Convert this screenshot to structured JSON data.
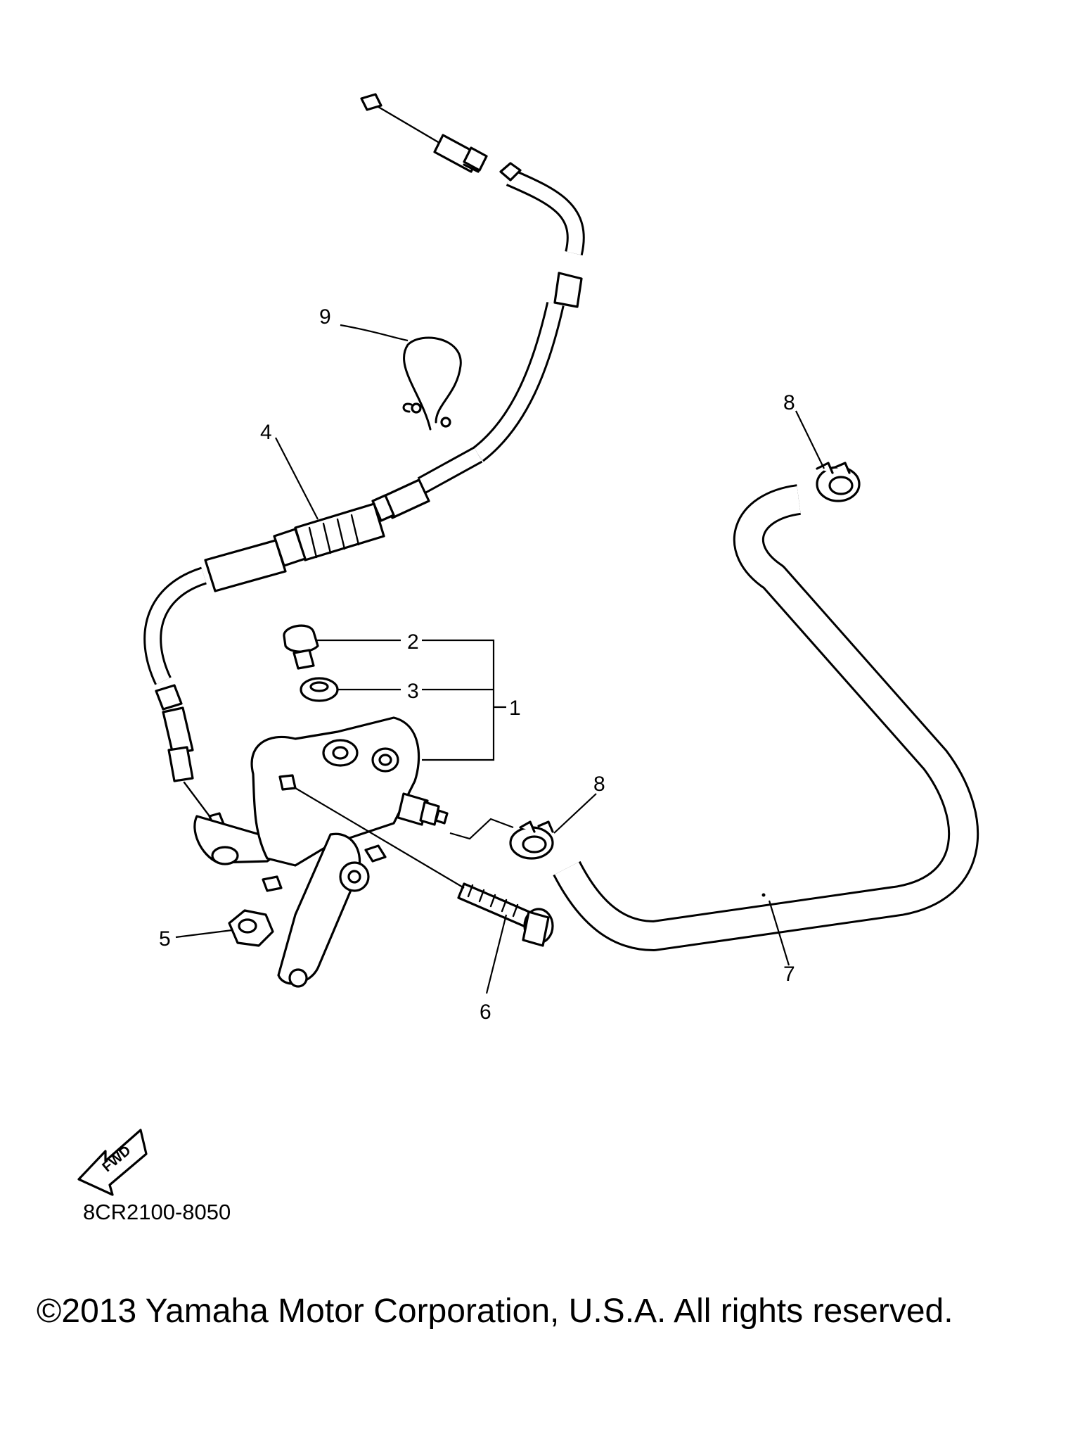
{
  "diagram": {
    "callouts": {
      "c1": "1",
      "c2": "2",
      "c3": "3",
      "c4": "4",
      "c5": "5",
      "c6": "6",
      "c7": "7",
      "c8a": "8",
      "c8b": "8",
      "c9": "9"
    },
    "fwd_label": "FWD",
    "diagram_code": "8CR2100-8050"
  },
  "footer": {
    "copyright": "©2013 Yamaha Motor Corporation, U.S.A. All rights reserved."
  }
}
